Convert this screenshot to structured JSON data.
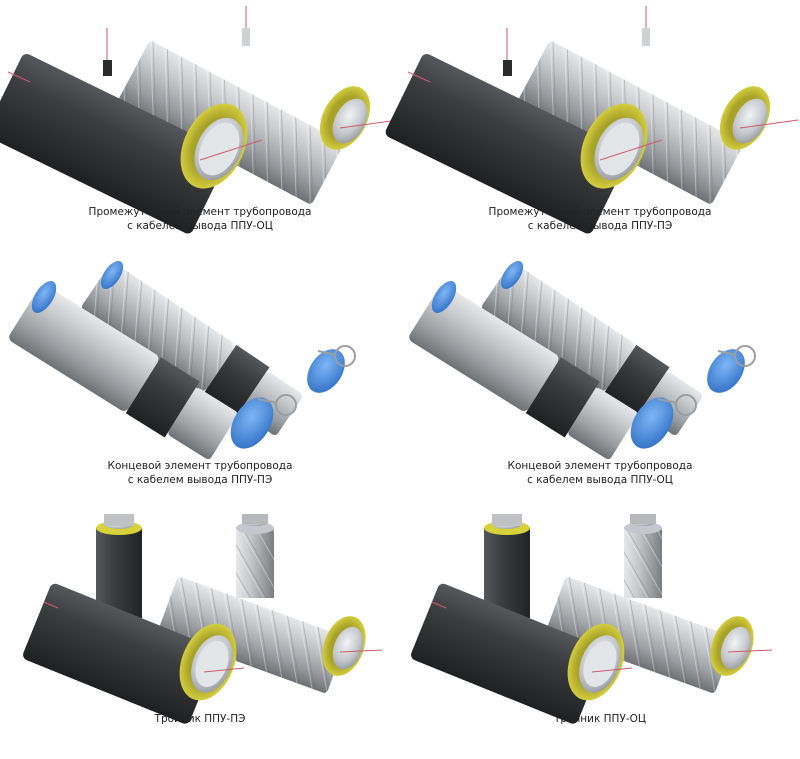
{
  "colors": {
    "black_casing": "#3a3c3e",
    "zinc_casing": "#b8babc",
    "foam": "#d8d23a",
    "steel": "#c9cdd1",
    "cap_blue": "#4b8fe0",
    "wire": "#d05a6a"
  },
  "items": [
    {
      "caption_line1": "Промежуточный элемент трубопровода",
      "caption_line2": "с кабелем вывода ППУ-ОЦ"
    },
    {
      "caption_line1": "Промежуточный элемент трубопровода",
      "caption_line2": "с кабелем вывода ППУ-ПЭ"
    },
    {
      "caption_line1": "Концевой элемент трубопровода",
      "caption_line2": "с кабелем вывода ППУ-ПЭ"
    },
    {
      "caption_line1": "Концевой элемент трубопровода",
      "caption_line2": "с кабелем вывода ППУ-ОЦ"
    },
    {
      "caption_line1": "Тройник ППУ-ПЭ",
      "caption_line2": ""
    },
    {
      "caption_line1": "Тройник ППУ-ОЦ",
      "caption_line2": ""
    }
  ]
}
